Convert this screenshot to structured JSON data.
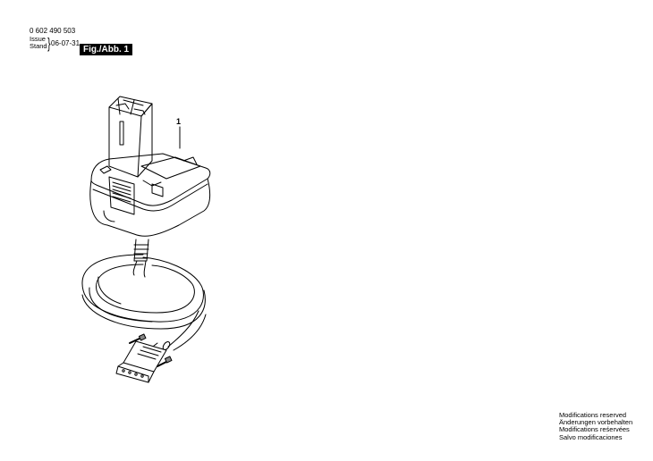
{
  "header": {
    "part_number": "0 602 490 503",
    "issue_label": "Issue",
    "stand_label": "Stand",
    "date": "06-07-31",
    "figure_label": "Fig./Abb. 1"
  },
  "drawing": {
    "subject": "battery pack with cable and D-sub connector",
    "callouts": [
      {
        "number": "1"
      }
    ]
  },
  "footer": {
    "lines": [
      "Modifications reserved",
      "Änderungen vorbehalten",
      "Modifications reśervées",
      "Salvo modificaciones"
    ]
  }
}
